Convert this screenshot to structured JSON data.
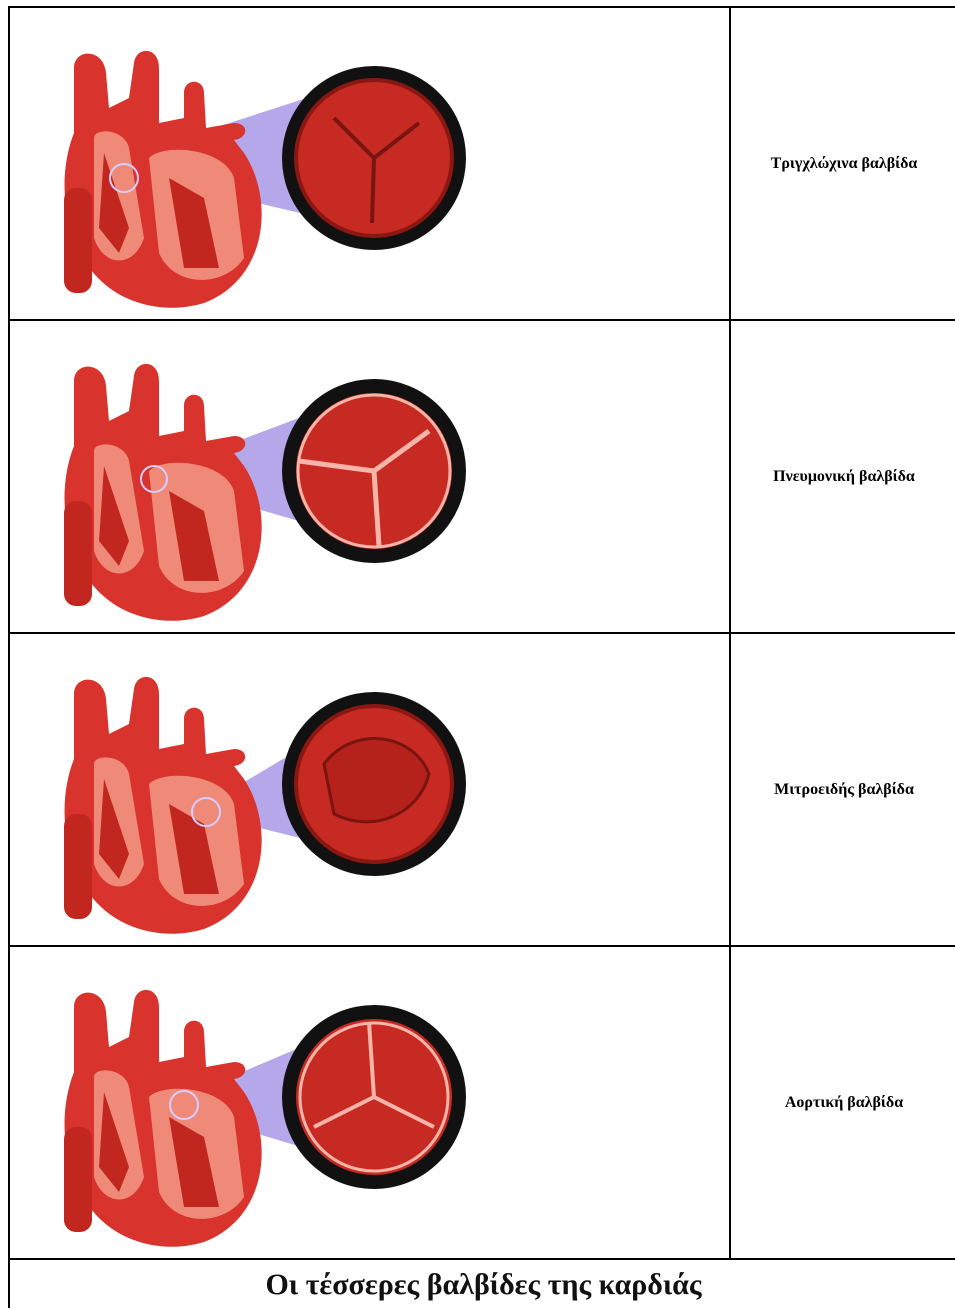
{
  "rows": [
    {
      "label": "Τριγχλώχινα βαλβίδα",
      "highlight": "tricuspid",
      "valve_cusps": 3
    },
    {
      "label": "Πνευμονική βαλβίδα",
      "highlight": "pulmonary",
      "valve_cusps": 3
    },
    {
      "label": "Μιτροειδής βαλβίδα",
      "highlight": "mitral",
      "valve_cusps": 2
    },
    {
      "label": "Αορτική βαλβίδα",
      "highlight": "aortic",
      "valve_cusps": 3
    }
  ],
  "caption": "Οι τέσσερες βαλβίδες της καρδιάς",
  "colors": {
    "heart_red": "#d8332c",
    "heart_light": "#f08a78",
    "highlight_purple": "#5b3fd0",
    "valve_dark": "#111111"
  }
}
